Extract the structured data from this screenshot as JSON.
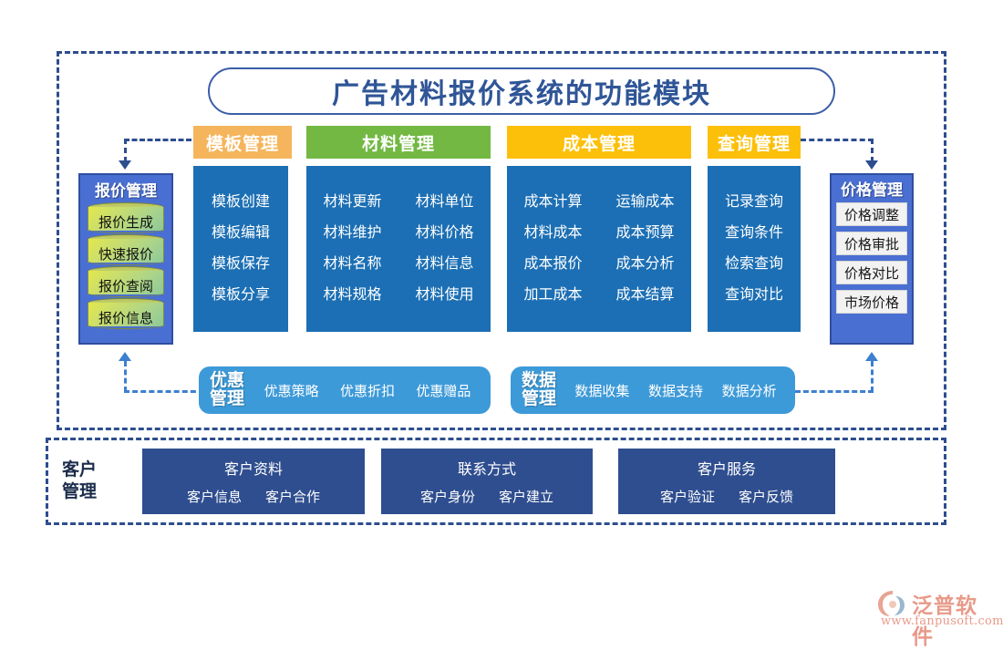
{
  "title": "广告材料报价系统的功能模块",
  "quote_management": {
    "title": "报价管理",
    "items": [
      "报价生成",
      "快速报价",
      "报价查阅",
      "报价信息"
    ]
  },
  "price_management": {
    "title": "价格管理",
    "items": [
      "价格调整",
      "价格审批",
      "价格对比",
      "市场价格"
    ]
  },
  "columns": [
    {
      "header": "模板管理",
      "header_color": "#f5b55c",
      "left_items": [
        "模板创建",
        "模板编辑",
        "模板保存",
        "模板分享"
      ],
      "right_items": []
    },
    {
      "header": "材料管理",
      "header_color": "#72b843",
      "left_items": [
        "材料更新",
        "材料维护",
        "材料名称",
        "材料规格"
      ],
      "right_items": [
        "材料单位",
        "材料价格",
        "材料信息",
        "材料使用"
      ]
    },
    {
      "header": "成本管理",
      "header_color": "#fcc00b",
      "left_items": [
        "成本计算",
        "材料成本",
        "成本报价",
        "加工成本"
      ],
      "right_items": [
        "运输成本",
        "成本预算",
        "成本分析",
        "成本结算"
      ]
    },
    {
      "header": "查询管理",
      "header_color": "#fcc00b",
      "left_items": [
        "记录查询",
        "查询条件",
        "检索查询",
        "查询对比"
      ],
      "right_items": []
    }
  ],
  "pills": [
    {
      "title": "优惠\n管理",
      "title_line1": "优惠",
      "title_line2": "管理",
      "items": [
        "优惠策略",
        "优惠折扣",
        "优惠赠品"
      ]
    },
    {
      "title": "数据\n管理",
      "title_line1": "数据",
      "title_line2": "管理",
      "items": [
        "数据收集",
        "数据支持",
        "数据分析"
      ]
    }
  ],
  "customer": {
    "label_line1": "客户",
    "label_line2": "管理",
    "boxes": [
      {
        "title": "客户资料",
        "items": [
          "客户信息",
          "客户合作"
        ]
      },
      {
        "title": "联系方式",
        "items": [
          "客户身份",
          "客户建立"
        ]
      },
      {
        "title": "客户服务",
        "items": [
          "客户验证",
          "客户反馈"
        ]
      }
    ]
  },
  "logo": {
    "brand": "泛普软件",
    "url": "www.fanpusoft.com"
  },
  "colors": {
    "frame": "#2d4d8e",
    "panel_blue": "#1c6fb4",
    "accent_periwinkle": "#4a6fd2",
    "pill_blue": "#3d9ad8",
    "customer_navy": "#2f4e8f"
  }
}
